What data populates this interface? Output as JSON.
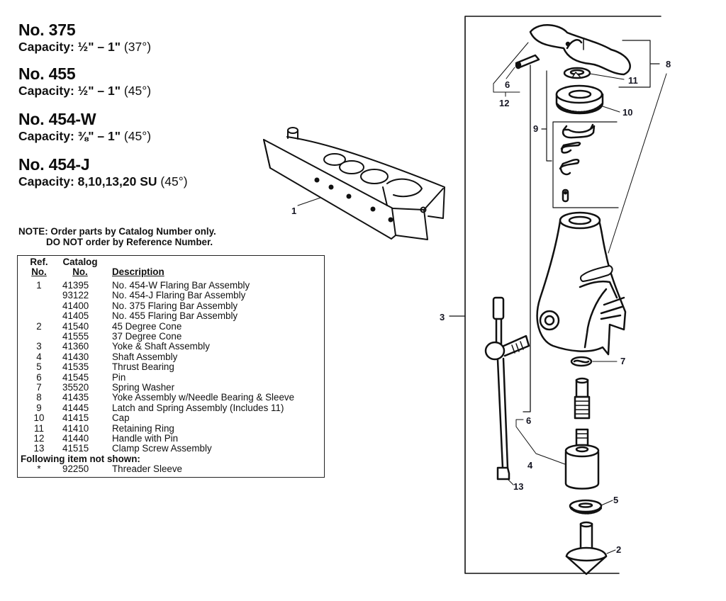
{
  "models": [
    {
      "name": "No. 375",
      "capacity_label": "Capacity:",
      "capacity_range": "½\" – 1\"",
      "angle": "(37°)"
    },
    {
      "name": "No. 455",
      "capacity_label": "Capacity:",
      "capacity_range": "½\" – 1\"",
      "angle": "(45°)"
    },
    {
      "name": "No. 454-W",
      "capacity_label": "Capacity:",
      "capacity_range": "⅜\" – 1\"",
      "angle": "(45°)"
    },
    {
      "name": "No. 454-J",
      "capacity_label": "Capacity:",
      "capacity_range": "8,10,13,20 SU",
      "angle": "(45°)"
    }
  ],
  "note": {
    "line1": "NOTE: Order parts by Catalog Number only.",
    "line2": "DO NOT order by Reference Number."
  },
  "parts_table": {
    "headers": {
      "ref_top": "Ref.",
      "ref_bottom": "No.",
      "catalog_top": "Catalog",
      "catalog_bottom": "No.",
      "description": "Description"
    },
    "rows": [
      {
        "ref": "1",
        "catalog": "41395",
        "description": "No. 454-W Flaring Bar Assembly"
      },
      {
        "ref": "",
        "catalog": "93122",
        "description": "No. 454-J Flaring Bar Assembly"
      },
      {
        "ref": "",
        "catalog": "41400",
        "description": "No. 375 Flaring Bar Assembly"
      },
      {
        "ref": "",
        "catalog": "41405",
        "description": "No. 455 Flaring Bar Assembly"
      },
      {
        "ref": "2",
        "catalog": "41540",
        "description": "45 Degree Cone"
      },
      {
        "ref": "",
        "catalog": "41555",
        "description": "37 Degree Cone"
      },
      {
        "ref": "3",
        "catalog": "41360",
        "description": "Yoke & Shaft Assembly"
      },
      {
        "ref": "4",
        "catalog": "41430",
        "description": "Shaft Assembly"
      },
      {
        "ref": "5",
        "catalog": "41535",
        "description": "Thrust Bearing"
      },
      {
        "ref": "6",
        "catalog": "41545",
        "description": "Pin"
      },
      {
        "ref": "7",
        "catalog": "35520",
        "description": "Spring Washer"
      },
      {
        "ref": "8",
        "catalog": "41435",
        "description": "Yoke Assembly w/Needle Bearing & Sleeve"
      },
      {
        "ref": "9",
        "catalog": "41445",
        "description": "Latch and Spring Assembly (Includes 11)"
      },
      {
        "ref": "10",
        "catalog": "41415",
        "description": "Cap"
      },
      {
        "ref": "11",
        "catalog": "41410",
        "description": "Retaining Ring"
      },
      {
        "ref": "12",
        "catalog": "41440",
        "description": "Handle with Pin"
      },
      {
        "ref": "13",
        "catalog": "41515",
        "description": "Clamp Screw Assembly"
      }
    ],
    "not_shown_label": "Following item not shown:",
    "not_shown_rows": [
      {
        "ref": "*",
        "catalog": "92250",
        "description": "Threader Sleeve"
      }
    ]
  },
  "callouts": {
    "c1": "1",
    "c2": "2",
    "c3": "3",
    "c4": "4",
    "c5": "5",
    "c6a": "6",
    "c6b": "6",
    "c7": "7",
    "c8": "8",
    "c9": "9",
    "c10": "10",
    "c11": "11",
    "c12": "12",
    "c13": "13"
  },
  "colors": {
    "line": "#111111",
    "label": "#151522"
  }
}
